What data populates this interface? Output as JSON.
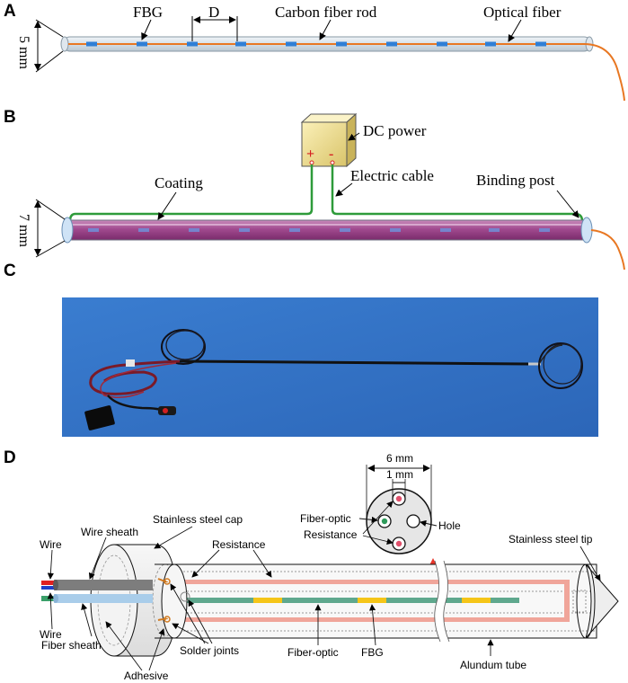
{
  "panels": {
    "a": {
      "letter": "A",
      "labels": {
        "fbg": "FBG",
        "d": "D",
        "rod": "Carbon  fiber rod",
        "fiber": "Optical fiber",
        "dim": "5 mm"
      }
    },
    "b": {
      "letter": "B",
      "labels": {
        "power": "DC power",
        "plus": "+",
        "minus": "-",
        "coating": "Coating",
        "cable": "Electric cable",
        "post": "Binding post",
        "dim": "7 mm"
      }
    },
    "c": {
      "letter": "C"
    },
    "d": {
      "letter": "D",
      "labels": {
        "six_mm": "6 mm",
        "one_mm": "1 mm",
        "fiber_optic_cs": "Fiber-optic",
        "resistance_cs": "Resistance",
        "hole": "Hole",
        "cap": "Stainless steel cap",
        "wire_sheath": "Wire sheath",
        "wire_top": "Wire",
        "wire_bottom": "Wire",
        "fiber_sheath": "Fiber sheath",
        "resistance": "Resistance",
        "adhesive": "Adhesive",
        "solder": "Solder joints",
        "fiber_optic": "Fiber-optic",
        "fbg": "FBG",
        "alundum": "Alundum tube",
        "tip": "Stainless steel tip"
      }
    }
  },
  "colors": {
    "fbg_blue": "#2f7fd6",
    "fiber_orange": "#e87722",
    "coating_purple": "#9a3c86",
    "cable_green": "#2e9b3a",
    "photo_blue": "#2f6fc4",
    "resistance_pink": "#f0a59a",
    "fbg_yellow": "#f5c518",
    "fiber_green": "#5fa88e"
  }
}
